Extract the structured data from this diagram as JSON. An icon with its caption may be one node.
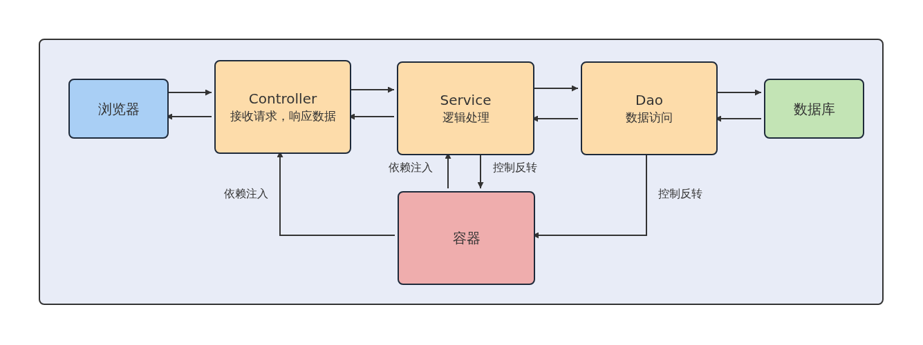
{
  "diagram": {
    "nodes": [
      {
        "text": [],
        "shape": "box"
      },
      {
        "text": [
          "浏览器"
        ],
        "in": 0
      },
      {
        "text": [
          "Controller",
          "接收请求，响应数据"
        ],
        "in": 0
      },
      {
        "text": [
          "Service",
          "逻辑处理"
        ],
        "in": 0
      },
      {
        "text": [
          "Dao",
          "数据访问"
        ],
        "in": 0
      },
      {
        "text": [
          "数据库"
        ],
        "in": 0
      },
      {
        "text": [
          "容器"
        ],
        "in": 0
      }
    ],
    "edges": [
      {
        "from": 1,
        "to": 2,
        "arrow": "to"
      },
      {
        "from": 2,
        "to": 1,
        "arrow": "to"
      },
      {
        "from": 2,
        "to": 3,
        "arrow": "to"
      },
      {
        "from": 3,
        "to": 2,
        "arrow": "to"
      },
      {
        "from": 3,
        "to": 4,
        "arrow": "to"
      },
      {
        "from": 4,
        "to": 3,
        "arrow": "to"
      },
      {
        "from": 4,
        "to": 5,
        "arrow": "to"
      },
      {
        "from": 5,
        "to": 4,
        "arrow": "to"
      },
      {
        "from": 6,
        "to": 3,
        "arrow": "to",
        "label": "依赖注入"
      },
      {
        "from": 3,
        "to": 6,
        "arrow": "to",
        "label": "控制反转"
      },
      {
        "from": 6,
        "to": 2,
        "arrow": "to",
        "label": "依赖注入"
      },
      {
        "from": 4,
        "to": 6,
        "arrow": "to",
        "label": "控制反转"
      }
    ]
  }
}
